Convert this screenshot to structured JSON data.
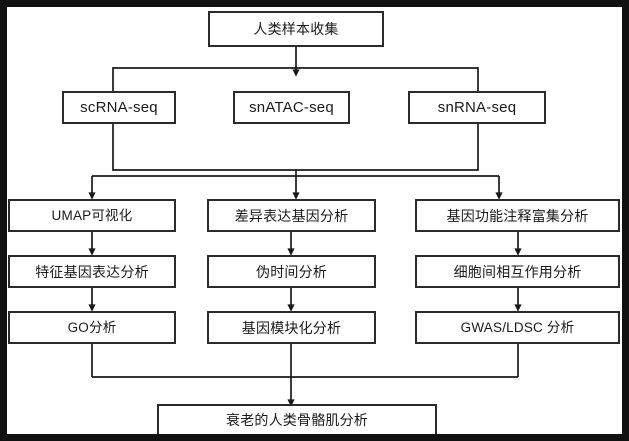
{
  "diagram": {
    "title_text": "人类样本收集",
    "type": "flowchart",
    "orientation": "top-to-bottom",
    "border_color": "#111111",
    "box_border_color": "#2b2b2b",
    "connector_color": "#1a1a1a",
    "background": "#ffffff",
    "levels": [
      {
        "level": 1,
        "name": "sample-collection",
        "nodes": [
          {
            "id": "human-sample-collection",
            "label": "人类样本收集",
            "script": "cjk"
          }
        ]
      },
      {
        "level": 2,
        "name": "assay-row",
        "nodes": [
          {
            "id": "scrna-seq",
            "label": "scRNA-seq",
            "script": "lat"
          },
          {
            "id": "snatac-seq",
            "label": "snATAC-seq",
            "script": "lat"
          },
          {
            "id": "snrna-seq",
            "label": "snRNA-seq",
            "script": "lat"
          }
        ]
      },
      {
        "level": 3,
        "name": "analysis-row-1",
        "nodes": [
          {
            "id": "umap-visualization",
            "label": "UMAP可视化",
            "script": "mix"
          },
          {
            "id": "deg-analysis",
            "label": "差异表达基因分析",
            "script": "cjk"
          },
          {
            "id": "gene-function-enrichment",
            "label": "基因功能注释富集分析",
            "script": "cjk"
          }
        ]
      },
      {
        "level": 4,
        "name": "analysis-row-2",
        "nodes": [
          {
            "id": "marker-gene-expression",
            "label": "特征基因表达分析",
            "script": "cjk"
          },
          {
            "id": "pseudotime-analysis",
            "label": "伪时间分析",
            "script": "cjk"
          },
          {
            "id": "cell-cell-interaction",
            "label": "细胞间相互作用分析",
            "script": "cjk"
          }
        ]
      },
      {
        "level": 5,
        "name": "analysis-row-3",
        "nodes": [
          {
            "id": "go-analysis",
            "label": "GO分析",
            "script": "mix"
          },
          {
            "id": "gene-module-analysis",
            "label": "基因模块化分析",
            "script": "cjk"
          },
          {
            "id": "gwas-ldsc-analysis",
            "label": "GWAS/LDSC 分析",
            "script": "mix"
          }
        ]
      },
      {
        "level": 6,
        "name": "conclusion",
        "nodes": [
          {
            "id": "aging-human-skeletal-muscle",
            "label": "衰老的人类骨骼肌分析",
            "script": "cjk"
          }
        ]
      }
    ]
  }
}
